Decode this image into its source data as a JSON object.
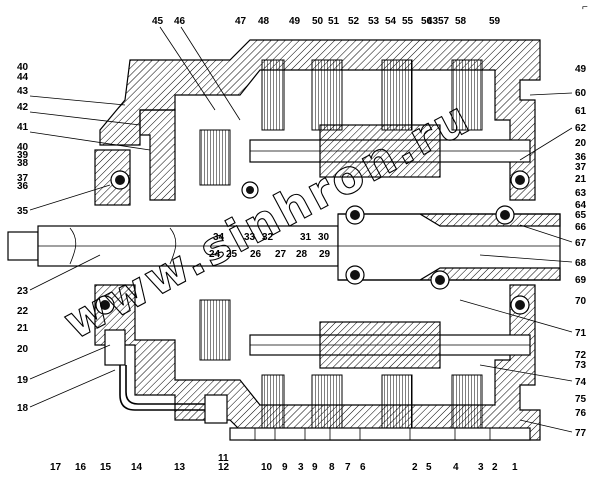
{
  "diagram": {
    "corner_mark": "⌐",
    "watermark": "www.sinhron.ru",
    "labels_top": [
      "45",
      "46",
      "47",
      "48",
      "49",
      "50",
      "51",
      "52",
      "53",
      "54",
      "55",
      "56",
      "43",
      "57",
      "58",
      "59"
    ],
    "labels_left": [
      "40",
      "44",
      "43",
      "42",
      "41",
      "40",
      "39",
      "38",
      "37",
      "36",
      "35",
      "23",
      "22",
      "21",
      "20",
      "19",
      "18"
    ],
    "labels_right": [
      "49",
      "60",
      "61",
      "62",
      "20",
      "36",
      "37",
      "21",
      "63",
      "64",
      "65",
      "66",
      "67",
      "68",
      "69",
      "70",
      "71",
      "72",
      "73",
      "74",
      "75",
      "76",
      "77"
    ],
    "labels_inner_upper": [
      "34",
      "33",
      "32",
      "31",
      "30"
    ],
    "labels_inner_lower": [
      "24",
      "25",
      "26",
      "27",
      "28",
      "29"
    ],
    "labels_bottom": [
      "17",
      "16",
      "15",
      "14",
      "13",
      "11",
      "12",
      "10",
      "9",
      "3",
      "9",
      "8",
      "7",
      "6",
      "2",
      "5",
      "4",
      "3",
      "2",
      "1"
    ]
  }
}
